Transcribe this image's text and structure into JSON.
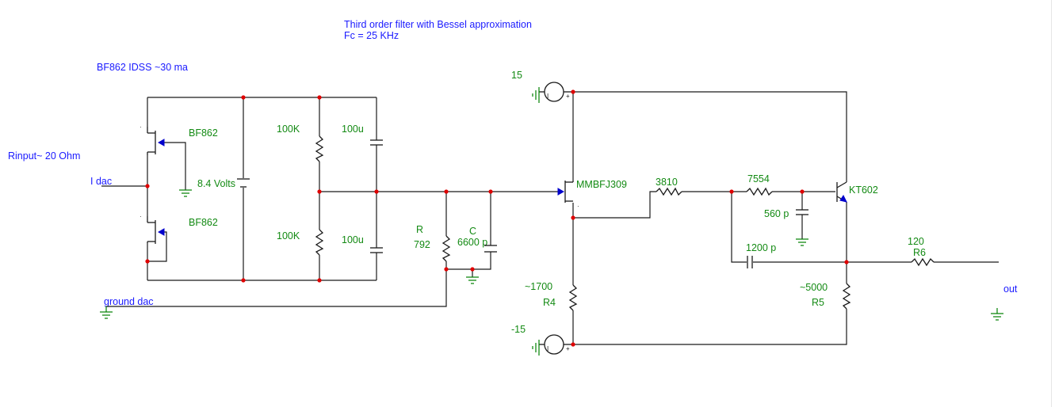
{
  "title_line1": "Third order filter with Bessel approximation",
  "title_line2": "Fc = 25 KHz",
  "note_fet": "BF862 IDSS ~30 ma",
  "note_rin": "Rinput~ 20 Ohm",
  "label_idac": "I dac",
  "label_ground_dac": "ground dac",
  "label_out": "out",
  "jfet_top": "BF862",
  "jfet_bottom": "BF862",
  "battery": "8.4 Volts",
  "r_top": "100K",
  "r_bottom": "100K",
  "c_top": "100u",
  "c_bottom": "100u",
  "r_name": "R",
  "r_value": "792",
  "c_name": "C",
  "c_value": "6600 p",
  "supply_pos": "15",
  "supply_neg": "-15",
  "jfet_out": "MMBFJ309",
  "r4_value": "~1700",
  "r4_name": "R4",
  "r_series1": "3810",
  "r_series2": "7554",
  "c_shunt": "560 p",
  "c_feedback": "1200 p",
  "bjt": "KT602",
  "r5_value": "~5000",
  "r5_name": "R5",
  "r6_value": "120",
  "r6_name": "R6",
  "colors": {
    "wire": "#1a1a1a",
    "node": "#e00000",
    "label_green": "#138a13",
    "label_blue": "#1a1aff",
    "ground": "#008000"
  }
}
